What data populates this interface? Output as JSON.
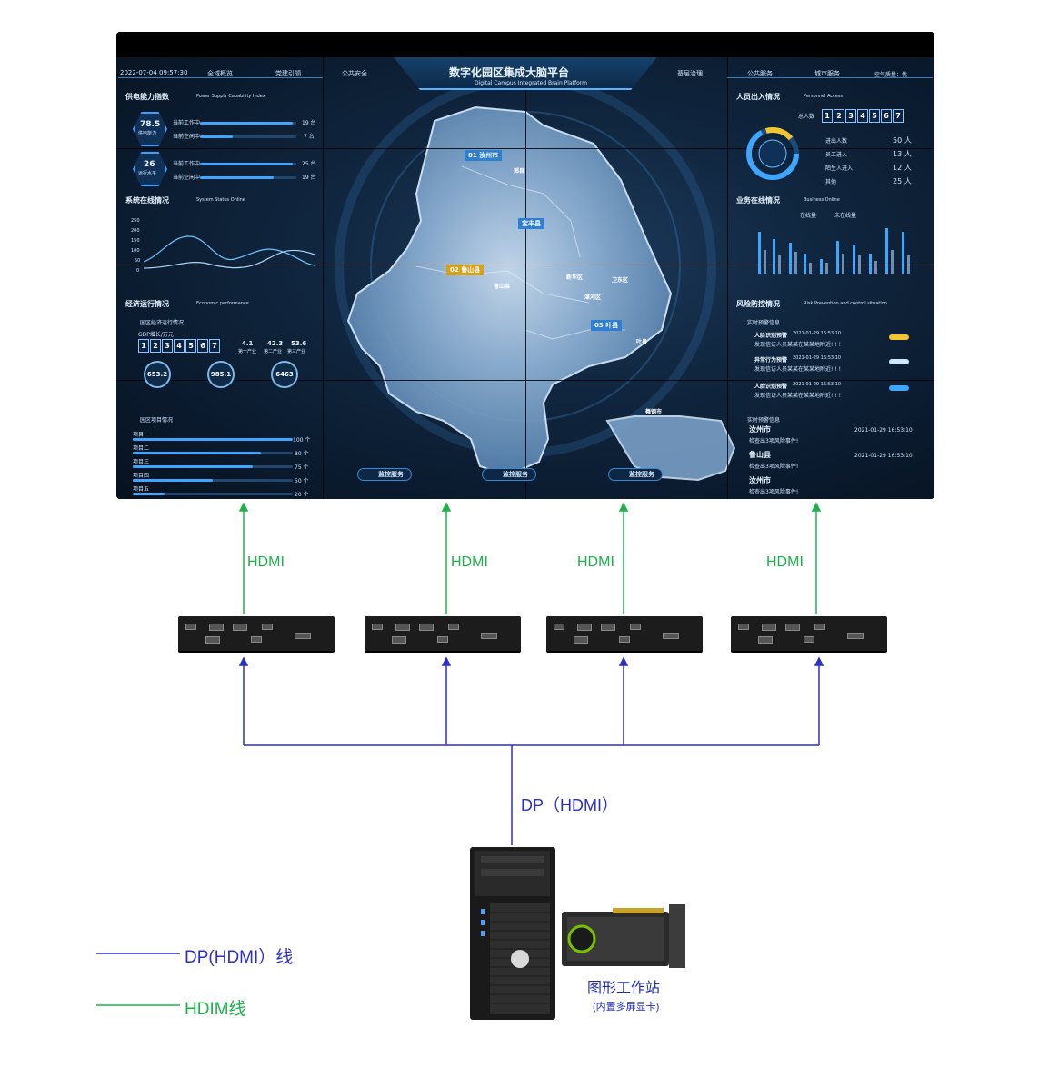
{
  "wall": {
    "date": "2022-07-04",
    "time": "09:57:30",
    "nav_left": [
      "全域概览",
      "党建引领",
      "公共安全"
    ],
    "nav_right": [
      "基层治理",
      "公共服务",
      "城市服务"
    ],
    "air_quality": "空气质量：优",
    "title": "数字化园区集成大脑平台",
    "subtitle": "Digital Campus Integrated Brain Platform",
    "power_title": "供电能力指数",
    "power_title_en": "Power Supply Capability Index",
    "power1_value": "78.5",
    "power1_label": "供电能力",
    "power2_value": "26",
    "power2_label": "运行水平",
    "work_label": "当前工作中",
    "idle_label": "当前空闲中",
    "p1_work": "19 台",
    "p1_idle": "7 台",
    "p2_work": "25 台",
    "p2_idle": "19 台",
    "sys_title": "系统在线情况",
    "sys_title_en": "System Status Online",
    "sys_yaxis": [
      "250",
      "200",
      "150",
      "100",
      "50",
      "0"
    ],
    "econ_title": "经济运行情况",
    "econ_title_en": "Economic performance",
    "econ_sub": "园区经济运行情况",
    "gdp_label": "GDP增长/万元",
    "gdp_digits": [
      "1",
      "2",
      "3",
      "4",
      "5",
      "6",
      "7"
    ],
    "ind1": "4.1",
    "ind2": "42.3",
    "ind3": "53.6",
    "ind1_label": "第一产业",
    "ind2_label": "第二产业",
    "ind3_label": "第三产业",
    "stat1": "653.2",
    "stat2": "985.1",
    "stat3": "6463",
    "proj_title": "园区项目情况",
    "projects": [
      {
        "name": "项目一",
        "val": "100 个"
      },
      {
        "name": "项目二",
        "val": "80 个"
      },
      {
        "name": "项目三",
        "val": "75 个"
      },
      {
        "name": "项目四",
        "val": "50 个"
      },
      {
        "name": "项目五",
        "val": "20 个"
      }
    ],
    "people_title": "人员出入情况",
    "people_title_en": "Personnel Access",
    "total_label": "总人数",
    "total_digits": [
      "1",
      "2",
      "3",
      "4",
      "5",
      "6",
      "7"
    ],
    "people_rows": [
      {
        "label": "进出人数",
        "val": "50 人"
      },
      {
        "label": "员工进入",
        "val": "13 人"
      },
      {
        "label": "陌生人进入",
        "val": "12 人"
      },
      {
        "label": "其他",
        "val": "25 人"
      }
    ],
    "biz_title": "业务在线情况",
    "biz_title_en": "Business Online",
    "biz_legend1": "在线量",
    "biz_legend2": "未在线量",
    "risk_title": "风险防控情况",
    "risk_title_en": "Risk Prevention and control situation",
    "risk_sub": "实时预警信息",
    "alerts": [
      {
        "type": "人脸识别预警",
        "time": "2021-01-29  16:53:10",
        "msg": "发现信访人员某某在某某地附近! ! !"
      },
      {
        "type": "异常行为预警",
        "time": "2021-01-29  16:53:10",
        "msg": "发现信访人员某某在某某地附近! ! !"
      },
      {
        "type": "人脸识别预警",
        "time": "2021-01-29  16:53:10",
        "msg": "发现信访人员某某在某某地附近! ! !"
      }
    ],
    "events_sub": "实时预警信息",
    "events": [
      {
        "place": "汝州市",
        "time": "2021-01-29   16:53:10",
        "msg": "检查出3项风险事件!"
      },
      {
        "place": "鲁山县",
        "time": "2021-01-29   16:53:10",
        "msg": "检查出3项风险事件!"
      },
      {
        "place": "汝州市",
        "time": "",
        "msg": "检查出3项风险事件!"
      }
    ],
    "map_labels": [
      {
        "num": "01",
        "name": "汝州市"
      },
      {
        "num": "02",
        "name": "鲁山县"
      },
      {
        "num": "03",
        "name": "叶县"
      },
      {
        "num": "",
        "name": "宝丰县"
      }
    ],
    "map_places": [
      "郏县",
      "卫东区",
      "新华区",
      "湛河区",
      "舞钢市",
      "叶县",
      "鲁山县"
    ],
    "bottom_buttons": [
      "监控服务",
      "监控服务",
      "监控服务"
    ]
  },
  "diagram": {
    "hdmi_labels": [
      "HDMI",
      "HDMI",
      "HDMI",
      "HDMI"
    ],
    "dp_label": "DP（HDMI）",
    "workstation_label": "图形工作站",
    "workstation_sub": "(内置多屏显卡)",
    "legend_blue": "DP(HDMI）线",
    "legend_green": "HDIM线",
    "colors": {
      "blue_line": "#2b2fc6",
      "green_line": "#1db24a"
    }
  }
}
